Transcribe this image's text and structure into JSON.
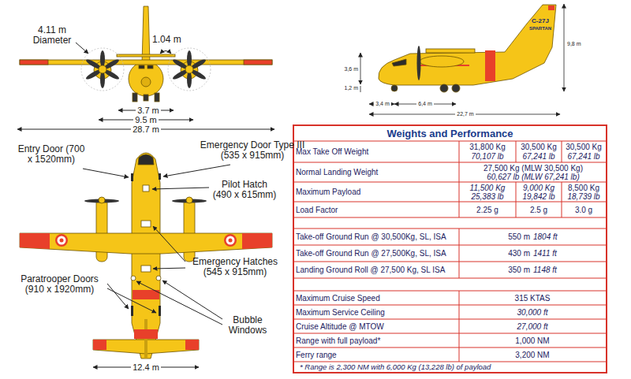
{
  "diagram": {
    "nodes": [
      {
        "text": [
          "Weights and Performance"
        ]
      }
    ],
    "labels": [
      "4.11 m Diameter",
      "1.04 m",
      "3.7 m",
      "9.5 m",
      "28.7 m",
      "3,6 m",
      "1,2 m",
      "3,4 m",
      "6,4 m",
      "22,7 m",
      "9,8 m",
      "C-27J",
      "SPARTAN",
      "Entry Door (700 x 1520mm)",
      "Emergency Door Type III (535 x 915mm)",
      "Pilot Hatch (490 x 615mm)",
      "Emergency Hatches (545 x 915mm)",
      "Paratrooper Doors (910 x 1920mm)",
      "Bubble Windows",
      "12.4 m",
      "Max Take Off Weight",
      "31,800 Kg",
      "70,107 lb",
      "30,500 Kg",
      "67,241 lb",
      "30,500 Kg",
      "67,241 lb",
      "Normal Landing Weight",
      "27,500 Kg (MLW 30,500 Kg)",
      "60,627 lb (MLW 67,241 lb)",
      "Maximum Payload",
      "11,500 Kg",
      "25,383 lb",
      "9,000 Kg",
      "19,842 lb",
      "8,500 Kg",
      "18,739 lb",
      "Load Factor",
      "2.25 g",
      "2.5 g",
      "3.0 g",
      "Take-off Ground Run @ 30,500Kg, SL, ISA",
      "550 m",
      "1804 ft",
      "Take-off Ground Run @ 27,500Kg, SL, ISA",
      "430 m",
      "1411 ft",
      "Landing Ground Roll @ 27,500 Kg, SL ISA",
      "350 m",
      "1148 ft",
      "Maximum Cruise Speed",
      "315 KTAS",
      "Maximum Service Ceiling",
      "30,000 ft",
      "Cruise Altitude @ MTOW",
      "27,000 ft",
      "Range with full payload*",
      "1,000 NM",
      "Ferry range",
      "3,200 NM",
      "* Range is 2,300 NM with 6,000 Kg (13,228 lb) of payload"
    ]
  }
}
